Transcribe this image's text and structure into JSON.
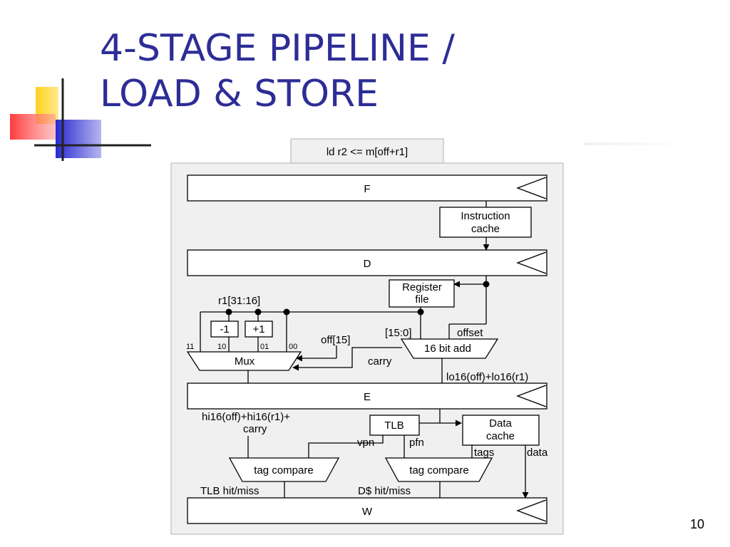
{
  "slide": {
    "title_line1": "4-STAGE PIPELINE /",
    "title_line2": "LOAD & STORE",
    "page_number": "10"
  },
  "diagram": {
    "instruction": "ld r2 <= m[off+r1]",
    "stages": {
      "f": "F",
      "d": "D",
      "e": "E",
      "w": "W"
    },
    "instruction_cache": [
      "Instruction",
      "cache"
    ],
    "register_file": [
      "Register",
      "file"
    ],
    "r1_high": "r1[31:16]",
    "minus_one": "-1",
    "plus_one": "+1",
    "mux_inputs": [
      "11",
      "10",
      "01",
      "00"
    ],
    "mux": "Mux",
    "off15": "off[15]",
    "bits_15_0": "[15:0]",
    "offset": "offset",
    "adder": "16 bit add",
    "carry": "carry",
    "lo16_sum": "lo16(off)+lo16(r1)",
    "hi16_sum": [
      "hi16(off)+hi16(r1)+",
      "carry"
    ],
    "tlb": "TLB",
    "data_cache": [
      "Data",
      "cache"
    ],
    "vpn": "vpn",
    "pfn": "pfn",
    "tags": "tags",
    "data": "data",
    "tag_compare_1": "tag compare",
    "tag_compare_2": "tag compare",
    "tlb_hit_miss": "TLB hit/miss",
    "dcache_hit_miss": "D$ hit/miss"
  },
  "colors": {
    "title": "#2d2d96",
    "panel_bg": "#f0f0f0",
    "deco_yellow": "#ffd21e",
    "deco_red": "#ff4040",
    "deco_blue": "#3434d2"
  }
}
